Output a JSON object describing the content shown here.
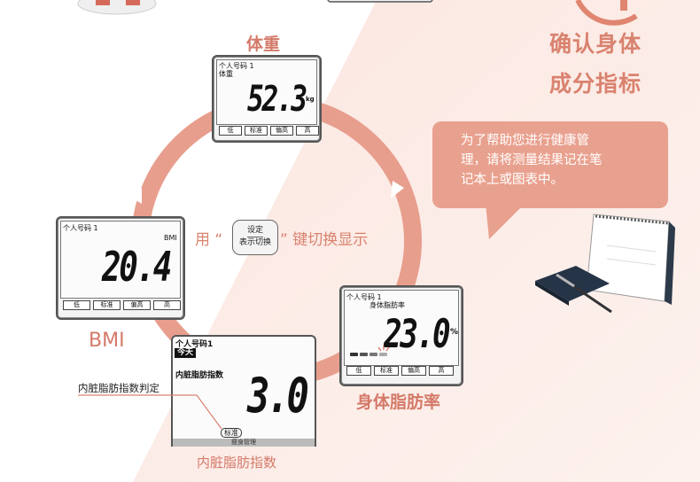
{
  "colors": {
    "accent": "#e89e8d",
    "heading": "#d9826f",
    "caption": "#d47a69"
  },
  "heading": {
    "line1": "确认身体",
    "line2": "成分指标"
  },
  "tip": {
    "text_lines": [
      "为了帮助您进行健康管",
      "理，请将测量结果记在笔",
      "记本上或图表中。"
    ]
  },
  "instruction": {
    "prefix": "用 “",
    "button_line1": "设定",
    "button_line2": "表示切换",
    "suffix": "” 键切换显示"
  },
  "judge_buttons": [
    "低",
    "标准",
    "偏高",
    "高"
  ],
  "panels": {
    "weight": {
      "caption": "体重",
      "user": "个人号码 1",
      "label": "体重",
      "value": "52.3",
      "unit": "kg"
    },
    "bmi": {
      "caption": "BMI",
      "user": "个人号码 1",
      "label": "BMI",
      "value": "20.4"
    },
    "body_fat": {
      "caption": "身体脂肪率",
      "user": "个人号码 1",
      "label": "身体脂肪率",
      "value": "23.0",
      "unit": "%"
    },
    "visceral": {
      "caption": "内脏脂肪指数",
      "user": "个人号码1",
      "day": "今天",
      "label": "内脏脂肪指数",
      "value": "3.0",
      "judge": "标准",
      "bottom_label": "瘦身管理",
      "pointer_label": "内脏脂肪指数判定"
    }
  }
}
